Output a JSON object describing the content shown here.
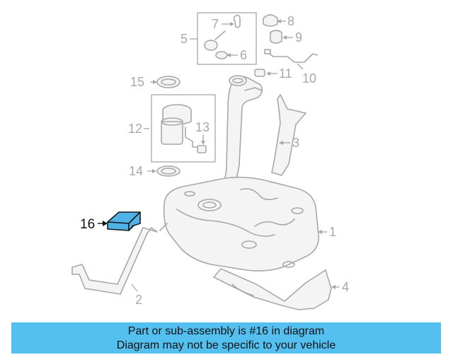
{
  "diagram": {
    "highlight_color": "#4fb3e8",
    "callouts": {
      "c1": "1",
      "c2": "2",
      "c3": "3",
      "c4": "4",
      "c5": "5",
      "c6": "6",
      "c7": "7",
      "c8": "8",
      "c9": "9",
      "c10": "10",
      "c11": "11",
      "c12": "12",
      "c13": "13",
      "c14": "14",
      "c15": "15",
      "c16": "16"
    }
  },
  "banner": {
    "line1": "Part or sub-assembly is #16 in diagram",
    "line2": "Diagram may not be specific to your vehicle",
    "color": "#54c0f0"
  }
}
